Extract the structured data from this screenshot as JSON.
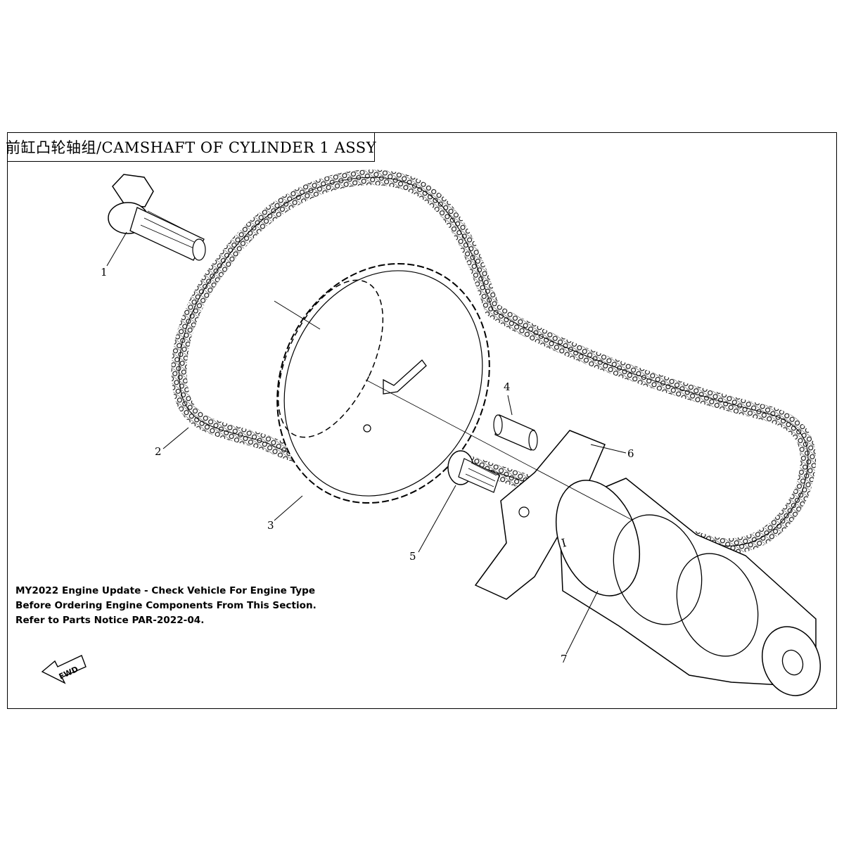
{
  "title": "前缸凸轮轴组/CAMSHAFT OF CYLINDER 1 ASSY",
  "callouts": {
    "c1": "1",
    "c2": "2",
    "c3": "3",
    "c4": "4",
    "c5": "5",
    "c6": "6",
    "c7": "7"
  },
  "notice": {
    "line1": "MY2022 Engine Update - Check Vehicle For Engine Type",
    "line2": "Before Ordering Engine Components From This Section.",
    "line3": "Refer to Parts Notice PAR-2022-04."
  },
  "fwd": {
    "label": "FWD",
    "icon": "forward-arrow-icon"
  },
  "cam_mark": "I"
}
